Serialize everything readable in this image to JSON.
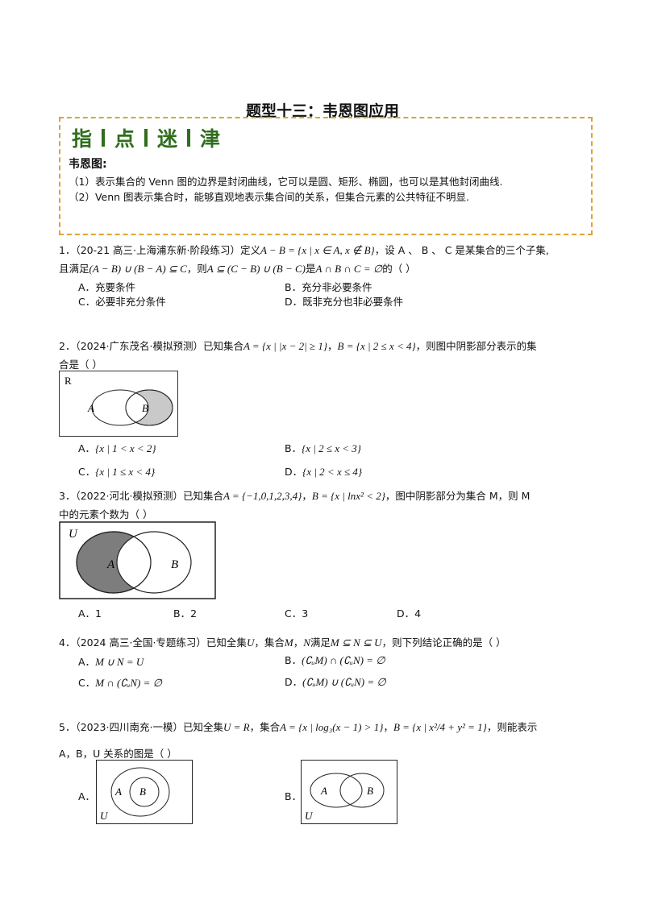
{
  "title": "题型十三：韦恩图应用",
  "tip": {
    "header_chars": [
      "指",
      "点",
      "迷",
      "津"
    ],
    "heading": "韦恩图:",
    "lines": [
      "（1）表示集合的 Venn 图的边界是封闭曲线，它可以是圆、矩形、椭圆，也可以是其他封闭曲线.",
      "（2）Venn 图表示集合时，能够直观地表示集合间的关系，但集合元素的公共特征不明显."
    ]
  },
  "q1": {
    "num": "1．",
    "src": "（20-21 高三·上海浦东新·阶段练习）定义",
    "def": "A − B = {x | x ∈ A, x ∉ B}",
    "t1": "，设 A 、 B 、 C 是某集合的三个子集,",
    "l2a": "且满足",
    "cond": "(A − B) ∪ (B − A) ⊆ C",
    "l2b": "，则",
    "cond2": "A ⊆ (C − B) ∪ (B − C)",
    "l2c": "是",
    "cond3": "A ∩ B ∩ C = ∅",
    "l2d": "的（    ）",
    "options": [
      "A．充要条件",
      "B．充分非必要条件",
      "C．必要非充分条件",
      "D．既非充分也非必要条件"
    ]
  },
  "q2": {
    "num": "2．",
    "src": "（2024·广东茂名·模拟预测）已知集合",
    "setA": "A = {x | |x − 2| ≥ 1}",
    "sep": "，",
    "setB": "B = {x | 2 ≤ x < 4}",
    "t1": "，则图中阴影部分表示的集",
    "l2": "合是（    ）",
    "venn": {
      "R": "R",
      "A": "A",
      "B": "B"
    },
    "options": [
      "A．",
      "B．",
      "C．",
      "D．"
    ],
    "option_math": [
      "{x | 1 < x < 2}",
      "{x | 2 ≤ x < 3}",
      "{x | 1 ≤ x < 4}",
      "{x | 2 < x ≤ 4}"
    ]
  },
  "q3": {
    "num": "3．",
    "src": "（2022·河北·模拟预测）已知集合",
    "setA": "A = {−1,0,1,2,3,4}",
    "sep": "，",
    "setB": "B = {x | lnx² < 2}",
    "t1": "，图中阴影部分为集合 M，则 M",
    "l2": "中的元素个数为（    ）",
    "venn": {
      "U": "U",
      "A": "A",
      "B": "B"
    },
    "options": [
      "A．1",
      "B．2",
      "C．3",
      "D．4"
    ]
  },
  "q4": {
    "num": "4．",
    "src": "（2024 高三·全国·专题练习）已知全集",
    "U": "U",
    "t1": "，集合",
    "M": "M",
    "t2": "，",
    "N": "N",
    "t3": "满足",
    "cond": "M ⊆ N ⊆ U",
    "t4": "，则下列结论正确的是（    ）",
    "options": [
      "A．",
      "B．",
      "C．",
      "D．"
    ],
    "option_math": [
      "M ∪ N = U",
      "(∁ᵤM) ∩ (∁ᵤN) = ∅",
      "M ∩ (∁ᵤN) = ∅",
      "(∁ᵤM) ∪ (∁ᵤN) = ∅"
    ]
  },
  "q5": {
    "num": "5．",
    "src": "（2023·四川南充·一模）已知全集",
    "U": "U = R",
    "t1": "，集合",
    "setA": "A = {x | log₃(x − 1) > 1}",
    "sep": "，",
    "setB": "B = {x | x²/4 + y² = 1}",
    "t2": "，则能表示",
    "l2": "A，B，U 关系的图是（    ）",
    "options": [
      "A．",
      "B．"
    ],
    "venn": {
      "U": "U",
      "A": "A",
      "B": "B"
    }
  }
}
